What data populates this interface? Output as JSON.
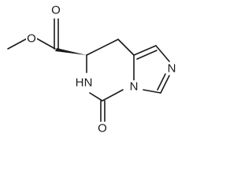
{
  "molecule": {
    "atoms": {
      "ester_o_single": "O",
      "carbonyl_o_ester": "O",
      "ring_n_bottom_right": "N",
      "imidazole_n": "N",
      "amide_n": "N",
      "amide_h": "H",
      "urea_o": "O"
    },
    "colors": {
      "bond": "#1a1a1a",
      "text": "#1a1a1a",
      "background": "#ffffff"
    }
  }
}
